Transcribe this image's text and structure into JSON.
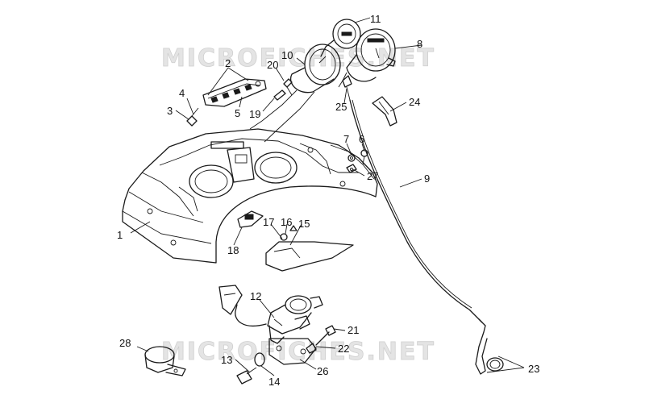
{
  "watermarks": [
    "MICROFICHES.NET",
    "MICROFICHES.NET"
  ],
  "callouts": [
    {
      "id": "1",
      "label": "1"
    },
    {
      "id": "2",
      "label": "2"
    },
    {
      "id": "3",
      "label": "3"
    },
    {
      "id": "4",
      "label": "4"
    },
    {
      "id": "5",
      "label": "5"
    },
    {
      "id": "6",
      "label": "6"
    },
    {
      "id": "7",
      "label": "7"
    },
    {
      "id": "8",
      "label": "8"
    },
    {
      "id": "9",
      "label": "9"
    },
    {
      "id": "10",
      "label": "10"
    },
    {
      "id": "11",
      "label": "11"
    },
    {
      "id": "12",
      "label": "12"
    },
    {
      "id": "13",
      "label": "13"
    },
    {
      "id": "14",
      "label": "14"
    },
    {
      "id": "15",
      "label": "15"
    },
    {
      "id": "16",
      "label": "16"
    },
    {
      "id": "17",
      "label": "17"
    },
    {
      "id": "18",
      "label": "18"
    },
    {
      "id": "19",
      "label": "19"
    },
    {
      "id": "20",
      "label": "20"
    },
    {
      "id": "21",
      "label": "21"
    },
    {
      "id": "22",
      "label": "22"
    },
    {
      "id": "23",
      "label": "23"
    },
    {
      "id": "24",
      "label": "24"
    },
    {
      "id": "25",
      "label": "25"
    },
    {
      "id": "26",
      "label": "26"
    },
    {
      "id": "27",
      "label": "27"
    },
    {
      "id": "28",
      "label": "28"
    }
  ]
}
